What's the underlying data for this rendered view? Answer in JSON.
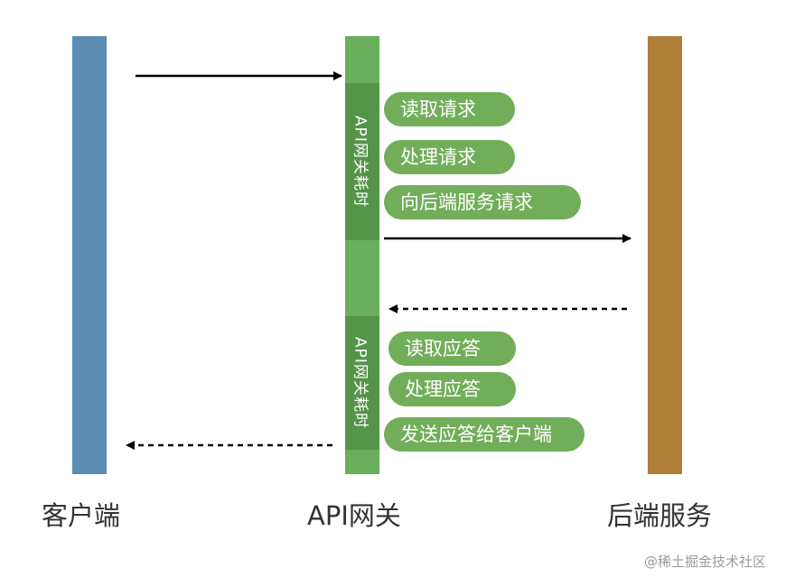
{
  "lanes": {
    "client": {
      "label": "客户端",
      "color": "#5b8db4"
    },
    "gateway": {
      "label": "API网关",
      "color": "#6aaf5c"
    },
    "backend": {
      "label": "后端服务",
      "color": "#b07f37"
    }
  },
  "gateway_spans": [
    {
      "label": "API网关耗时"
    },
    {
      "label": "API网关耗时"
    }
  ],
  "request_steps": [
    "读取请求",
    "处理请求",
    "向后端服务请求"
  ],
  "response_steps": [
    "读取应答",
    "处理应答",
    "发送应答给客户端"
  ],
  "arrows": [
    {
      "from": "client",
      "to": "gateway",
      "style": "solid"
    },
    {
      "from": "gateway",
      "to": "backend",
      "style": "solid"
    },
    {
      "from": "backend",
      "to": "gateway",
      "style": "dashed"
    },
    {
      "from": "gateway",
      "to": "client",
      "style": "dashed"
    }
  ],
  "watermark": "@稀土掘金技术社区"
}
